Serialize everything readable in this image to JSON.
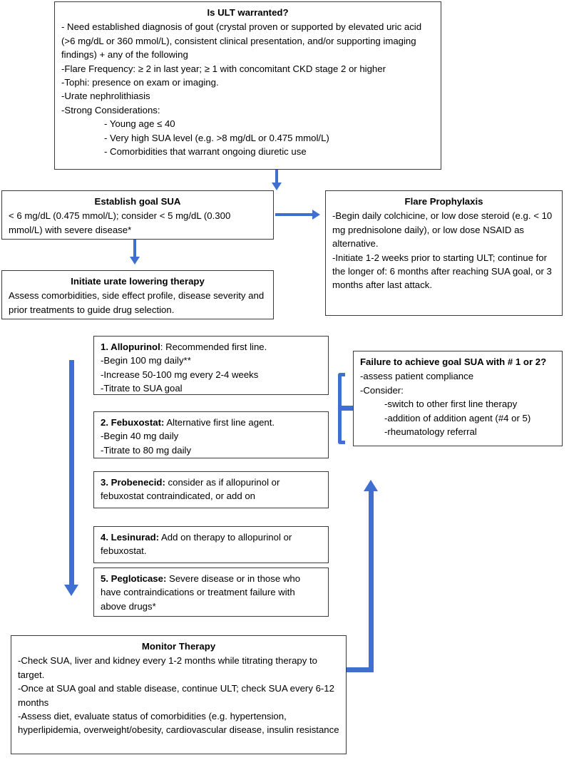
{
  "diagram": {
    "title": "Gout urate lowering therapy (ULT) management algorithm",
    "accent_color": "#3E6FD1",
    "box_border_color": "#3a3a3a"
  },
  "boxes": {
    "ult_warranted": {
      "title": "Is ULT warranted?",
      "lines": [
        "- Need established diagnosis of gout (crystal proven or supported by elevated uric acid (>6 mg/dL or 360 mmol/L), consistent clinical presentation, and/or supporting imaging findings) + any of the following",
        "-Flare Frequency: ≥ 2 in last year; ≥ 1 with concomitant CKD stage 2 or higher",
        "-Tophi: presence on exam or imaging.",
        "-Urate nephrolithiasis",
        "-Strong Considerations:"
      ],
      "sub_lines": [
        "- Young age ≤ 40",
        "- Very high SUA level (e.g. >8 mg/dL or 0.475 mmol/L)",
        "- Comorbidities that warrant ongoing diuretic use"
      ]
    },
    "establish_goal": {
      "title": "Establish goal SUA",
      "lines": [
        "< 6 mg/dL (0.475 mmol/L); consider < 5 mg/dL (0.300 mmol/L) with severe disease*"
      ]
    },
    "flare_prophylaxis": {
      "title": "Flare Prophylaxis",
      "lines": [
        "-Begin daily colchicine, or low dose steroid (e.g. < 10 mg prednisolone daily), or low dose NSAID as alternative.",
        "-Initiate 1-2 weeks prior to starting ULT; continue for the longer of: 6 months after reaching SUA goal, or 3 months after last attack."
      ]
    },
    "initiate_ult": {
      "title": "Initiate urate lowering therapy",
      "lines": [
        "Assess comorbidities, side effect profile, disease severity and prior treatments to guide drug selection."
      ]
    },
    "drug_1": {
      "label": "1. Allopurinol",
      "first_line_rest": ": Recommended first line.",
      "lines": [
        "-Begin 100 mg daily**",
        "-Increase 50-100 mg every 2-4 weeks",
        "-Titrate to SUA goal"
      ]
    },
    "drug_2": {
      "label": "2. Febuxostat:",
      "first_line_rest": " Alternative first line agent.",
      "lines": [
        "-Begin 40 mg daily",
        "-Titrate to 80 mg daily"
      ]
    },
    "drug_3": {
      "label": "3. Probenecid:",
      "first_line_rest": " consider as if allopurinol or febuxostat contraindicated, or add on",
      "lines": []
    },
    "drug_4": {
      "label": "4. Lesinurad:",
      "first_line_rest": " Add on therapy to allopurinol or febuxostat.",
      "lines": []
    },
    "drug_5": {
      "label": "5. Pegloticase:",
      "first_line_rest": " Severe disease or in those who have contraindications or treatment failure with above drugs*",
      "lines": []
    },
    "failure": {
      "title": "Failure to achieve goal SUA with # 1 or 2?",
      "lines": [
        "-assess patient compliance",
        "-Consider:"
      ],
      "sub_lines": [
        "-switch to other first line therapy",
        "-addition of addition agent (#4 or 5)",
        "-rheumatology referral"
      ]
    },
    "monitor": {
      "title": "Monitor Therapy",
      "lines": [
        "-Check SUA, liver and kidney every 1-2 months while titrating therapy to target.",
        "-Once at SUA goal and stable disease, continue ULT; check SUA every 6-12 months",
        "-Assess diet, evaluate status of comorbidities (e.g. hypertension, hyperlipidemia, overweight/obesity, cardiovascular disease, insulin resistance"
      ]
    }
  },
  "connectors": [
    {
      "name": "arrow-ult-to-goal",
      "kind": "arrow-down"
    },
    {
      "name": "arrow-goal-to-initiate",
      "kind": "arrow-down"
    },
    {
      "name": "arrow-goal-to-prophylaxis",
      "kind": "arrow-right"
    },
    {
      "name": "arrow-initiate-to-drugs",
      "kind": "arrow-down-long"
    },
    {
      "name": "bracket-drugs-to-failure",
      "kind": "bracket"
    },
    {
      "name": "arrow-monitor-to-failure",
      "kind": "arrow-up-long"
    }
  ]
}
